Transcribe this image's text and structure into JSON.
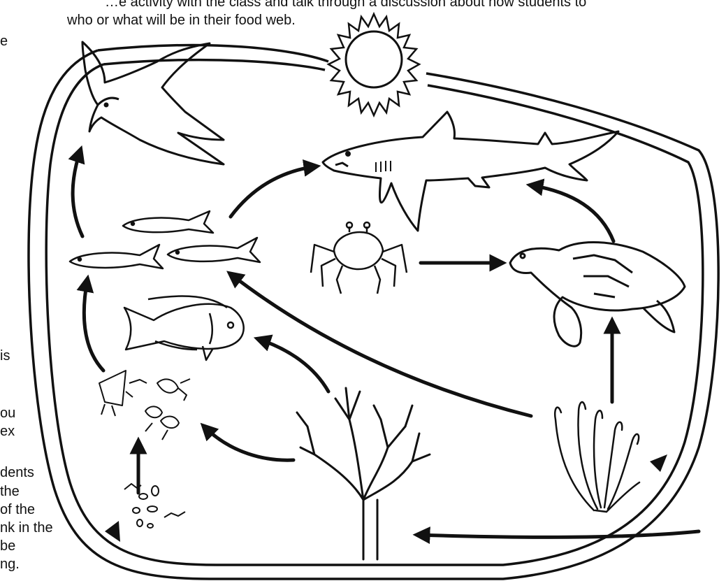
{
  "header": {
    "line1": "…e activity with the class and talk through a discussion about how students to",
    "line2": "who or what will be in their food web."
  },
  "side_text": {
    "top": "e",
    "lines": [
      "is",
      "",
      "ou",
      "ex",
      "",
      "dents",
      "the",
      "of the",
      "nk in the",
      "be",
      "ng."
    ]
  },
  "organisms": [
    {
      "id": "sun",
      "icon": "sun-icon"
    },
    {
      "id": "seabird",
      "icon": "seabird-icon"
    },
    {
      "id": "shark",
      "icon": "shark-icon"
    },
    {
      "id": "small-fish-school",
      "icon": "small-fish-icon"
    },
    {
      "id": "crab",
      "icon": "crab-icon"
    },
    {
      "id": "sea-turtle",
      "icon": "sea-turtle-icon"
    },
    {
      "id": "reef-fish",
      "icon": "reef-fish-icon"
    },
    {
      "id": "zooplankton",
      "icon": "zooplankton-icon"
    },
    {
      "id": "detritus",
      "icon": "detritus-icon"
    },
    {
      "id": "coral",
      "icon": "coral-icon"
    },
    {
      "id": "sea-grass",
      "icon": "seagrass-icon"
    }
  ]
}
